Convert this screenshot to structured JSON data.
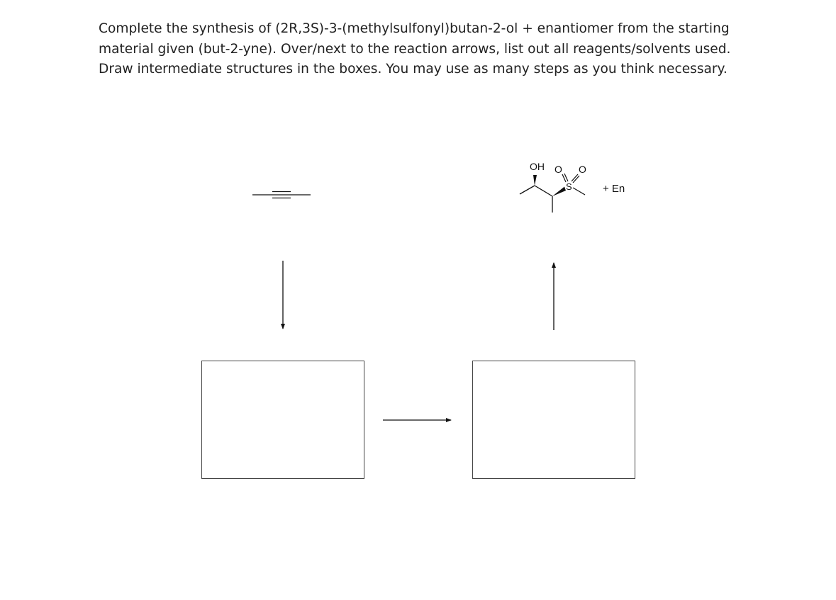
{
  "instructions": {
    "line1": "Complete the synthesis of (2R,3S)-3-(methylsulfonyl)butan-2-ol + enantiomer from the starting",
    "line2": "material given (but-2-yne). Over/next to the reaction arrows, list out all reagents/solvents used.",
    "line3": "Draw intermediate structures in the boxes. You may use as many steps as you think necessary."
  },
  "product": {
    "oh_label": "OH",
    "o_label_1": "O",
    "o_label_2": "O",
    "s_label": "S",
    "enantiomer_label": "+ En"
  },
  "boxes": [
    {
      "name": "intermediate-box-1",
      "content": ""
    },
    {
      "name": "intermediate-box-2",
      "content": ""
    }
  ]
}
